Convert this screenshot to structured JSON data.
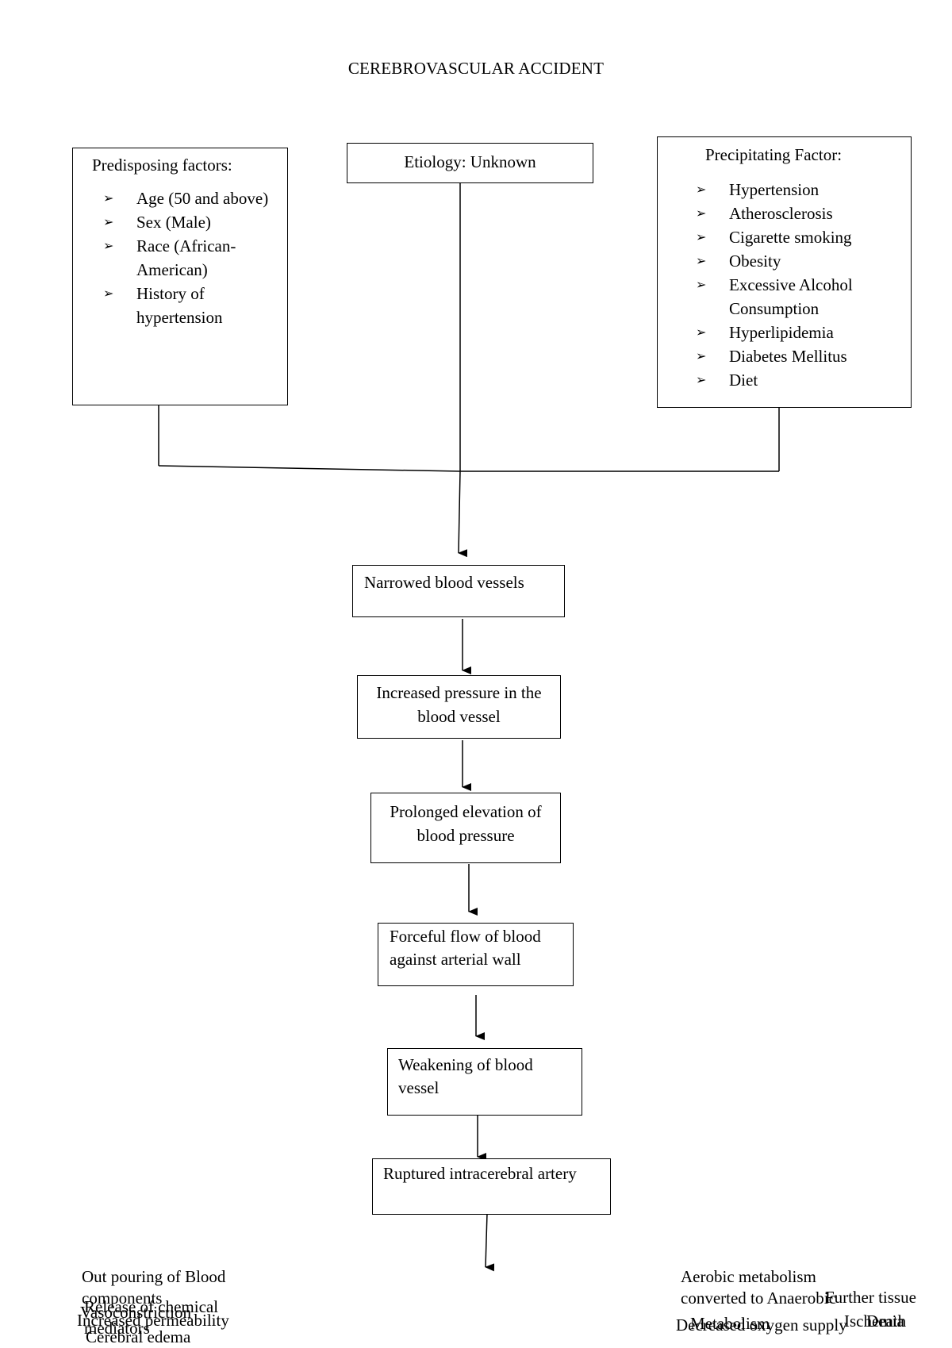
{
  "title": "CEREBROVASCULAR ACCIDENT",
  "predisposing": {
    "heading": "Predisposing factors:",
    "items": [
      "Age (50 and above)",
      "Sex (Male)",
      "Race (African-American)",
      "History of hypertension"
    ]
  },
  "etiology": {
    "label": "Etiology: Unknown"
  },
  "precipitating": {
    "heading": "Precipitating Factor:",
    "items": [
      "Hypertension",
      "Atherosclerosis",
      "Cigarette smoking",
      "Obesity",
      "Excessive Alcohol Consumption",
      "Hyperlipidemia",
      "Diabetes Mellitus",
      "Diet"
    ]
  },
  "flow": {
    "narrowed": "Narrowed blood vessels",
    "increased_pressure": "Increased pressure in the blood vessel",
    "prolonged_elevation": "Prolonged elevation of blood pressure",
    "forceful_flow": "Forceful flow of blood against arterial wall",
    "weakening": "Weakening of blood vessel",
    "ruptured": "Ruptured intracerebral artery"
  },
  "bottom_left": {
    "outpouring": "Out pouring of Blood components",
    "release": "Release of chemical mediators",
    "vasoconstriction": "Vasoconstriction",
    "increased_permeability": "Increased permeability",
    "cerebral_edema": "Cerebral edema"
  },
  "bottom_right": {
    "aerobic": "Aerobic metabolism converted to Anaerobic",
    "decreased_oxygen": "Decreased oxygen supply",
    "metabolism": "Metabolism",
    "ischemia": "Ischemia",
    "further_tissue": "Further tissue",
    "death": "Death"
  }
}
